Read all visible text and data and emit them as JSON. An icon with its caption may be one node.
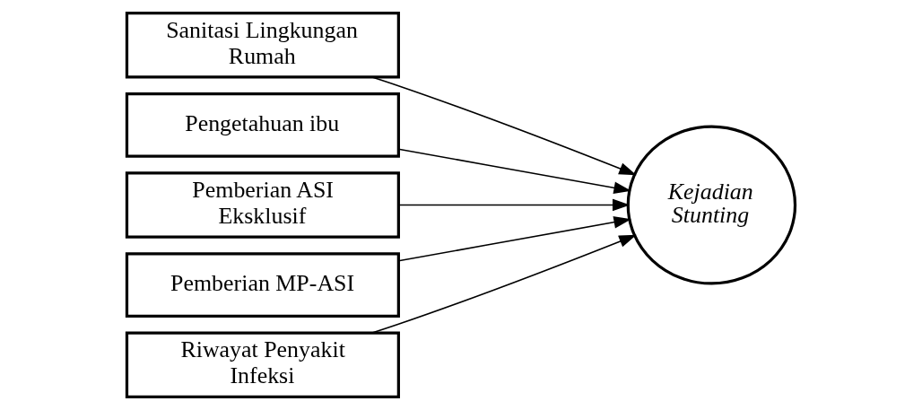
{
  "diagram": {
    "nodes": [
      {
        "text": [
          "Sanitasi Lingkungan Rumah"
        ]
      },
      {
        "text": [
          "Pengetahuan ibu"
        ]
      },
      {
        "text": [
          "Pemberian ASI Eksklusif"
        ]
      },
      {
        "text": [
          "Pemberian MP-ASI"
        ]
      },
      {
        "text": [
          "Riwayat Penyakit Infeksi"
        ]
      },
      {
        "text": [
          "Kejadian Stunting"
        ]
      }
    ],
    "edges": [
      {
        "from": 0,
        "to": 5,
        "arrow": "to"
      },
      {
        "from": 1,
        "to": 5,
        "arrow": "to"
      },
      {
        "from": 2,
        "to": 5,
        "arrow": "to"
      },
      {
        "from": 3,
        "to": 5,
        "arrow": "to"
      },
      {
        "from": 4,
        "to": 5,
        "arrow": "to"
      }
    ]
  }
}
